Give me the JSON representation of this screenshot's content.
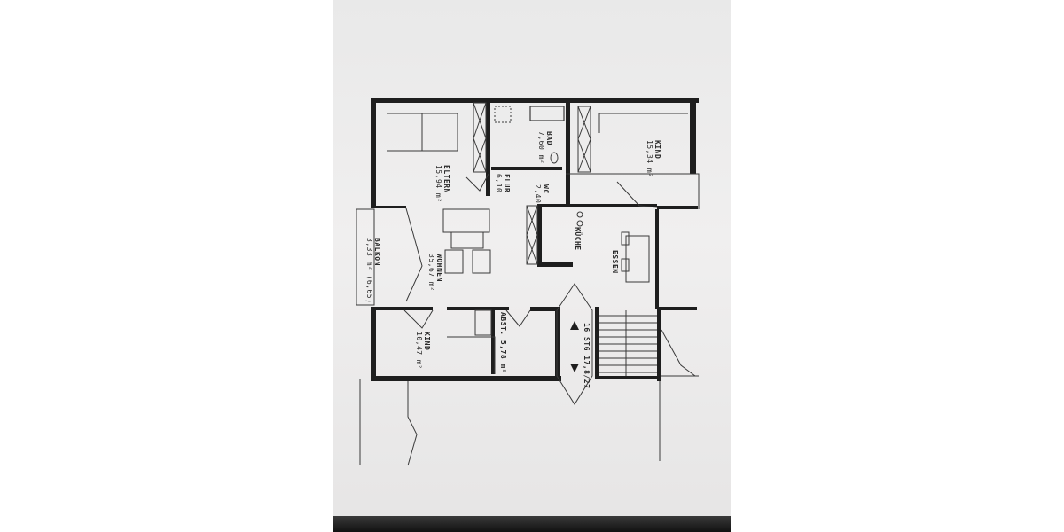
{
  "rooms": {
    "eltern": {
      "name": "ELTERN",
      "area": "15,94 m²"
    },
    "bad": {
      "name": "BAD",
      "area": "7,60 m²"
    },
    "flur": {
      "name": "FLUR",
      "area": "6,10"
    },
    "wc": {
      "name": "WC",
      "area": "2,40"
    },
    "kind_top": {
      "name": "KIND",
      "area": "15,34 m²"
    },
    "kueche": {
      "name": "KÜCHE",
      "area": ""
    },
    "essen": {
      "name": "ESSEN",
      "area": ""
    },
    "wohnen": {
      "name": "WOHNEN",
      "area": "35,67 m²"
    },
    "balkon": {
      "name": "BALKON",
      "area": "3,33 m² (6,65)"
    },
    "kind_bottom": {
      "name": "KIND",
      "area": "10,47 m²"
    },
    "abst": {
      "name": "ABST. 5,78 m²",
      "area": ""
    },
    "stairs": {
      "name": "16 STG 17,8/27",
      "area": ""
    }
  },
  "colors": {
    "wall": "#1e1e1e",
    "paper": "#ededed",
    "line": "#3a3a3a"
  }
}
